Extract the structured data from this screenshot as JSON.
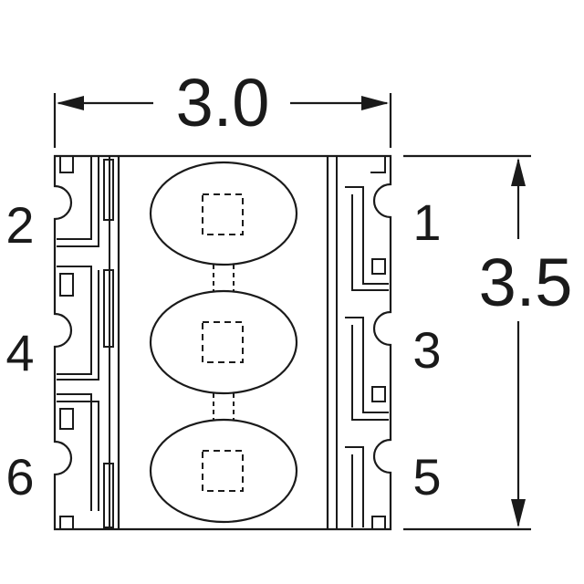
{
  "dimensions": {
    "width_label": "3.0",
    "height_label": "3.5"
  },
  "pins": {
    "left": [
      "2",
      "4",
      "6"
    ],
    "right": [
      "1",
      "3",
      "5"
    ]
  }
}
